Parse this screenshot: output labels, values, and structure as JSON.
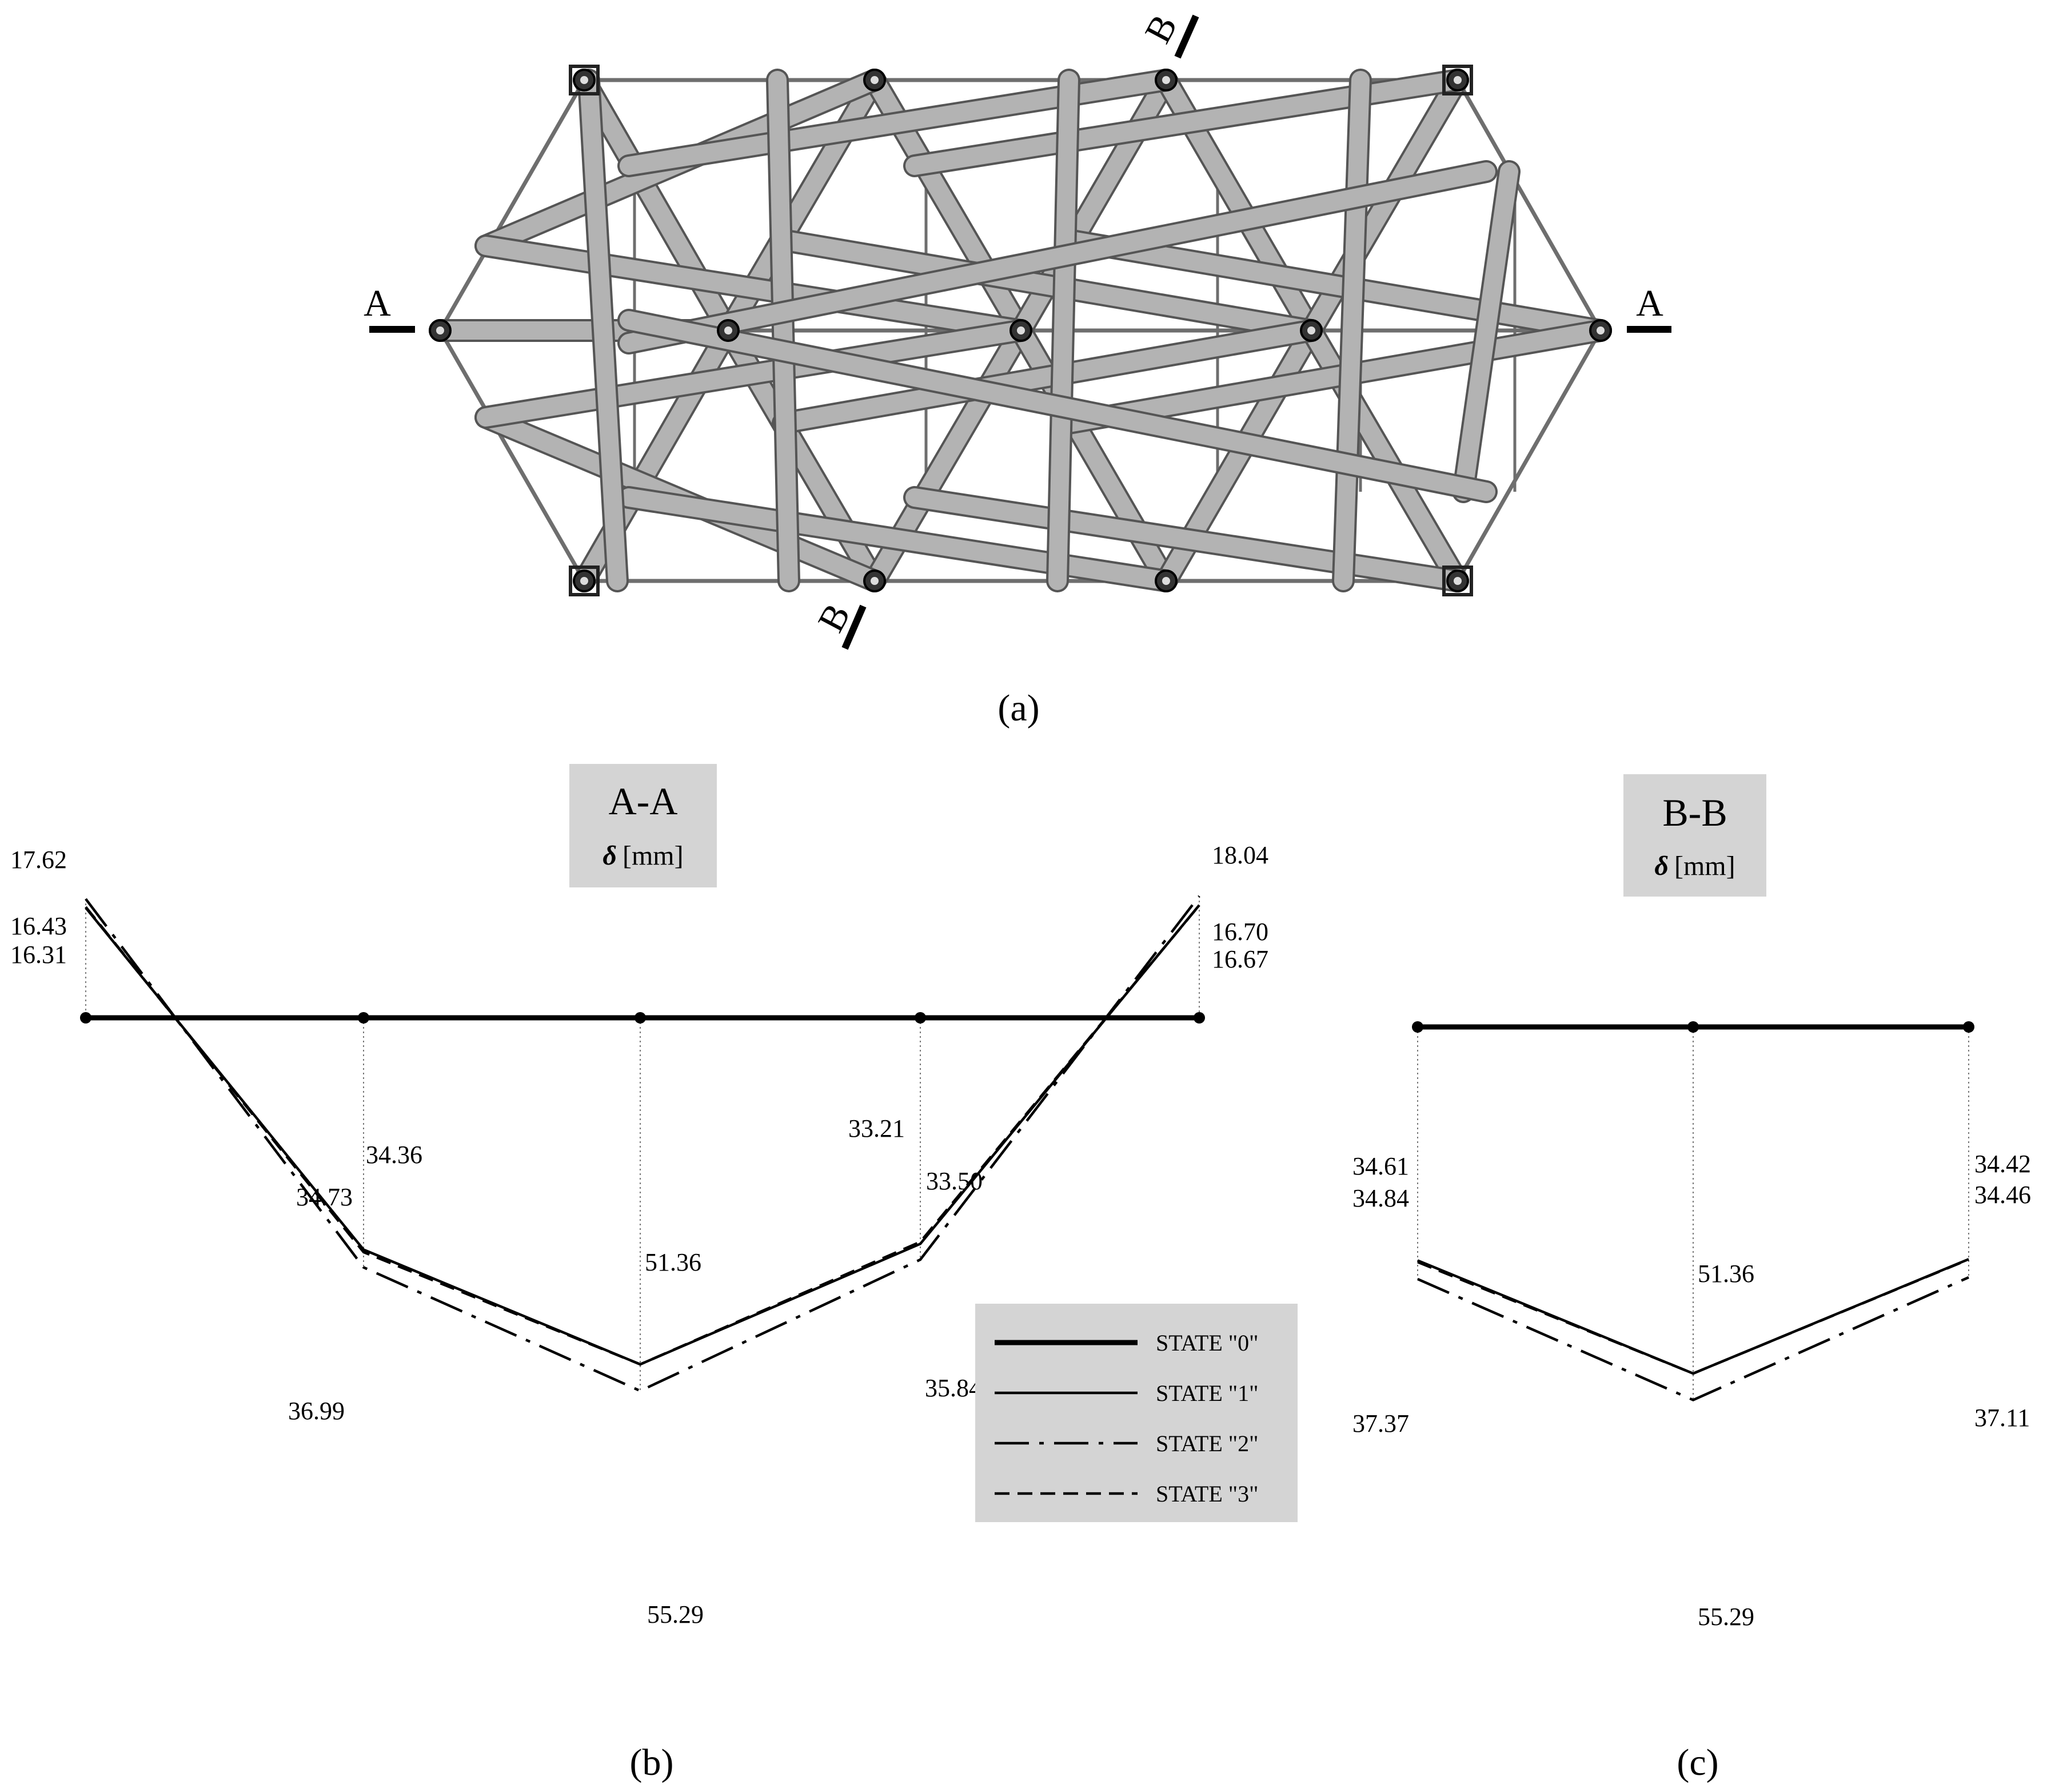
{
  "figure": {
    "captions": [
      "(a)",
      "(b)",
      "(c)"
    ],
    "section_marks": {
      "a": "A",
      "b": "B"
    }
  },
  "legend": {
    "items": [
      {
        "label": "STATE \"0\"",
        "style": "thick"
      },
      {
        "label": "STATE \"1\"",
        "style": "solid"
      },
      {
        "label": "STATE \"2\"",
        "style": "dashdot"
      },
      {
        "label": "STATE \"3\"",
        "style": "dashed"
      }
    ]
  },
  "chart_data": [
    {
      "type": "line",
      "title": "A-A",
      "ylabel_symbol": "δ",
      "ylabel_unit": "[mm]",
      "y_direction": "down",
      "series": [
        {
          "name": "STATE \"0\"",
          "values": [
            0,
            0,
            0,
            0,
            0
          ]
        },
        {
          "name": "STATE \"1\"",
          "values": [
            -16.31,
            34.36,
            51.36,
            33.5,
            -16.7
          ]
        },
        {
          "name": "STATE \"2\"",
          "values": [
            -17.62,
            36.99,
            55.29,
            35.84,
            -18.04
          ]
        },
        {
          "name": "STATE \"3\"",
          "values": [
            -16.43,
            34.73,
            51.36,
            33.21,
            -16.67
          ]
        }
      ],
      "labels": [
        {
          "text": "17.62"
        },
        {
          "text": "16.43"
        },
        {
          "text": "16.31"
        },
        {
          "text": "34.36"
        },
        {
          "text": "34.73"
        },
        {
          "text": "51.36"
        },
        {
          "text": "33.21"
        },
        {
          "text": "33.50"
        },
        {
          "text": "36.99"
        },
        {
          "text": "55.29"
        },
        {
          "text": "35.84"
        },
        {
          "text": "18.04"
        },
        {
          "text": "16.70"
        },
        {
          "text": "16.67"
        }
      ]
    },
    {
      "type": "line",
      "title": "B-B",
      "ylabel_symbol": "δ",
      "ylabel_unit": "[mm]",
      "y_direction": "down",
      "series": [
        {
          "name": "STATE \"0\"",
          "values": [
            0,
            0,
            0
          ]
        },
        {
          "name": "STATE \"1\"",
          "values": [
            34.61,
            51.36,
            34.42
          ]
        },
        {
          "name": "STATE \"2\"",
          "values": [
            37.37,
            55.29,
            37.11
          ]
        },
        {
          "name": "STATE \"3\"",
          "values": [
            34.84,
            51.36,
            34.46
          ]
        }
      ],
      "labels": [
        {
          "text": "34.61"
        },
        {
          "text": "34.84"
        },
        {
          "text": "51.36"
        },
        {
          "text": "34.42"
        },
        {
          "text": "34.46"
        },
        {
          "text": "37.37"
        },
        {
          "text": "55.29"
        },
        {
          "text": "37.11"
        }
      ]
    }
  ]
}
